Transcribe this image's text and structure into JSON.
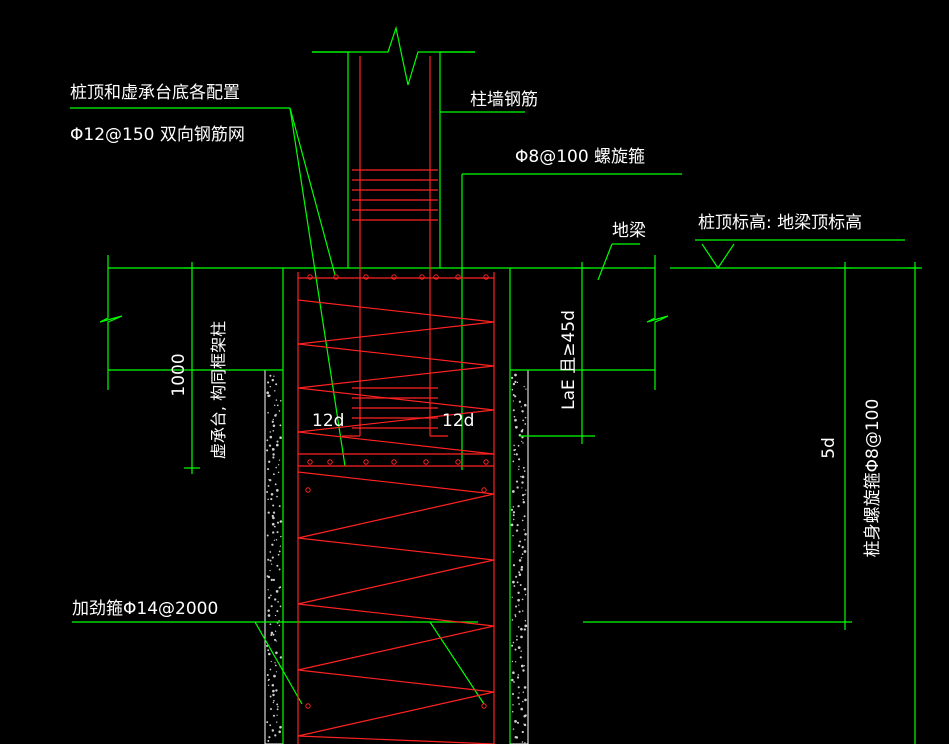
{
  "labels": {
    "pile_top_config": "桩顶和虚承台底各配置",
    "mesh": "Φ12@150 双向钢筋网",
    "column_rebar": "柱墙钢筋",
    "spiral_stirrup": "Φ8@100 螺旋箍",
    "ground_beam": "地梁",
    "pile_top_elev": "桩顶标高: 地梁顶标高",
    "anchor_len": "LaE 且≥45d",
    "left_12d": "12d",
    "right_12d": "12d",
    "depth_1000": "1000",
    "virtual_cap": "虚承台, 构同框架柱",
    "five_d": "5d",
    "pile_spiral": "桩身螺旋箍Φ8@100",
    "stiffener": "加劲箍Φ14@2000"
  },
  "colors": {
    "background": "#000000",
    "outline": "#00ff00",
    "rebar": "#ff2222",
    "text": "#ffffff",
    "hatch": "#d0d0d0"
  }
}
